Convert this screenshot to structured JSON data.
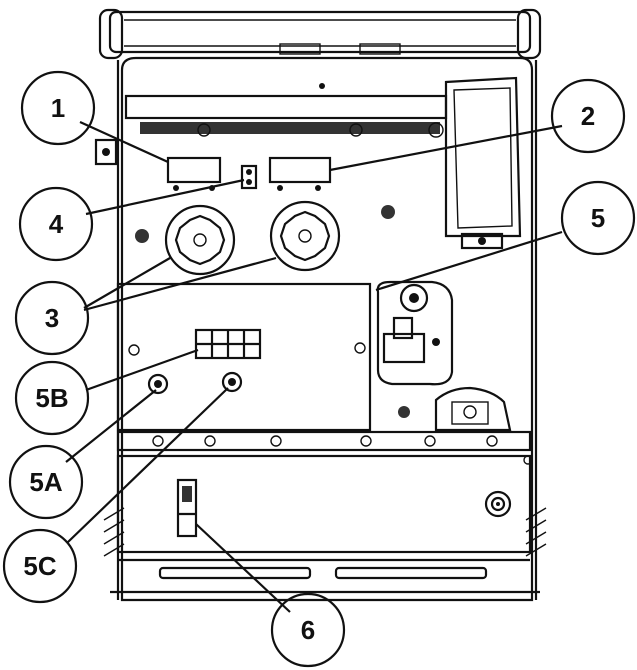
{
  "callouts": {
    "c1": "1",
    "c2": "2",
    "c3": "3",
    "c4": "4",
    "c5": "5",
    "c5a": "5A",
    "c5b": "5B",
    "c5c": "5C",
    "c6": "6"
  }
}
